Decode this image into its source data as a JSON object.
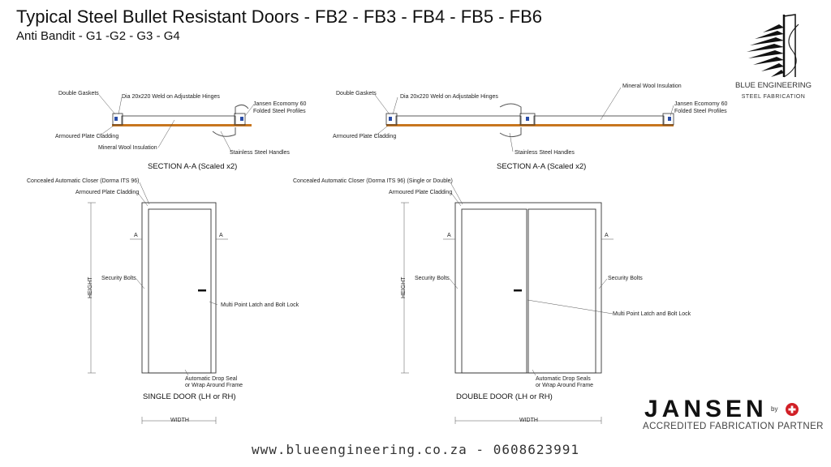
{
  "header": {
    "title": "Typical Steel Bullet Resistant Doors - FB2 - FB3 - FB4 - FB5 - FB6",
    "subtitle": "Anti Bandit - G1 -G2 - G3 - G4"
  },
  "brand": {
    "name": "BLUE ENGINEERING",
    "tagline": "STEEL FABRICATION"
  },
  "section_single": {
    "double_gaskets": "Double Gaskets",
    "weld_hinges": "Dia 20x220 Weld on Adjustable Hinges",
    "jansen_line1": "Jansen Ecomomy 60",
    "jansen_line2": "Folded Steel Profiles",
    "armoured": "Armoured Plate Cladding",
    "mineral_wool": "Mineral Wool Insulation",
    "handles": "Stainless Steel Handles",
    "caption": "SECTION A-A (Scaled x2)"
  },
  "section_double": {
    "double_gaskets": "Double Gaskets",
    "weld_hinges": "Dia 20x220 Weld on Adjustable Hinges",
    "mineral_wool": "Mineral Wool Insulation",
    "jansen_line1": "Jansen Ecomomy 60",
    "jansen_line2": "Folded Steel Profiles",
    "armoured": "Armoured Plate Cladding",
    "handles": "Stainless Steel Handles",
    "caption": "SECTION A-A (Scaled x2)"
  },
  "elev_single": {
    "closer": "Concealed Automatic Closer (Dorma ITS 96)",
    "armoured": "Armoured Plate Cladding",
    "a_left": "A",
    "a_right": "A",
    "height": "HEIGHT",
    "security_bolts": "Security Bolts",
    "latch": "Multi Point Latch and Bolt Lock",
    "drop_seal_line1": "Automatic Drop Seal",
    "drop_seal_line2": "or Wrap Around Frame",
    "caption": "SINGLE DOOR  (LH or RH)",
    "width": "WIDTH"
  },
  "elev_double": {
    "closer": "Concealed Automatic Closer (Dorma ITS 96) (Single or Double)",
    "armoured": "Armoured Plate Cladding",
    "a_left": "A",
    "a_right": "A",
    "height": "HEIGHT",
    "security_bolts_left": "Security Bolts",
    "security_bolts_right": "Security Bolts",
    "latch": "Multi Point Latch and Bolt Lock",
    "drop_seal_line1": "Automatic Drop Seals",
    "drop_seal_line2": "or Wrap Around Frame",
    "caption": "DOUBLE DOOR  (LH or RH)",
    "width": "WIDTH"
  },
  "partner": {
    "jansen": "JANSEN",
    "by": "by",
    "accredited": "ACCREDITED FABRICATION PARTNER"
  },
  "footer": {
    "website": "www.blueengineering.co.za - 0608623991"
  },
  "colors": {
    "cladding": "#c8761f",
    "line": "#333333"
  }
}
